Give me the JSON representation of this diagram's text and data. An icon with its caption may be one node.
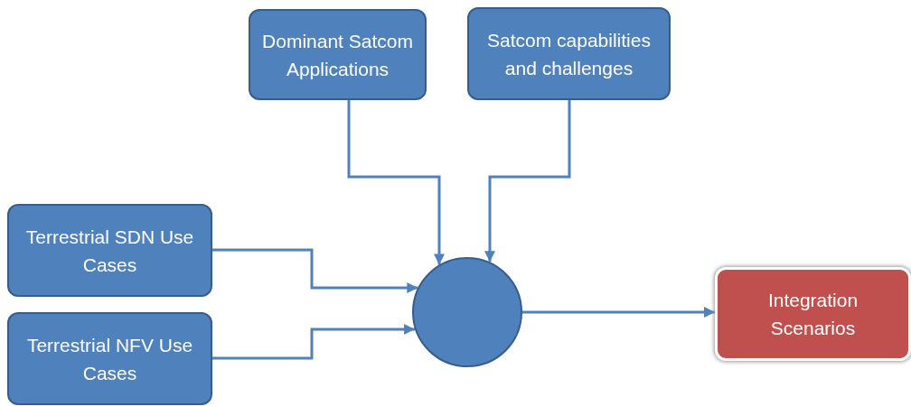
{
  "diagram": {
    "nodes": [
      {
        "text": [
          "Dominant Satcom Applications"
        ]
      },
      {
        "text": [
          "Satcom capabilities and challenges"
        ]
      },
      {
        "text": [
          "Terrestrial SDN Use Cases"
        ]
      },
      {
        "text": [
          "Terrestrial NFV Use Cases"
        ]
      },
      {
        "text": [],
        "shape": "circle"
      },
      {
        "text": [
          "Integration Scenarios"
        ]
      }
    ],
    "edges": [
      {
        "from": 0,
        "to": 4,
        "arrow": "to"
      },
      {
        "from": 1,
        "to": 4,
        "arrow": "to"
      },
      {
        "from": 2,
        "to": 4,
        "arrow": "to"
      },
      {
        "from": 3,
        "to": 4,
        "arrow": "to"
      },
      {
        "from": 4,
        "to": 5,
        "arrow": "to"
      }
    ]
  }
}
